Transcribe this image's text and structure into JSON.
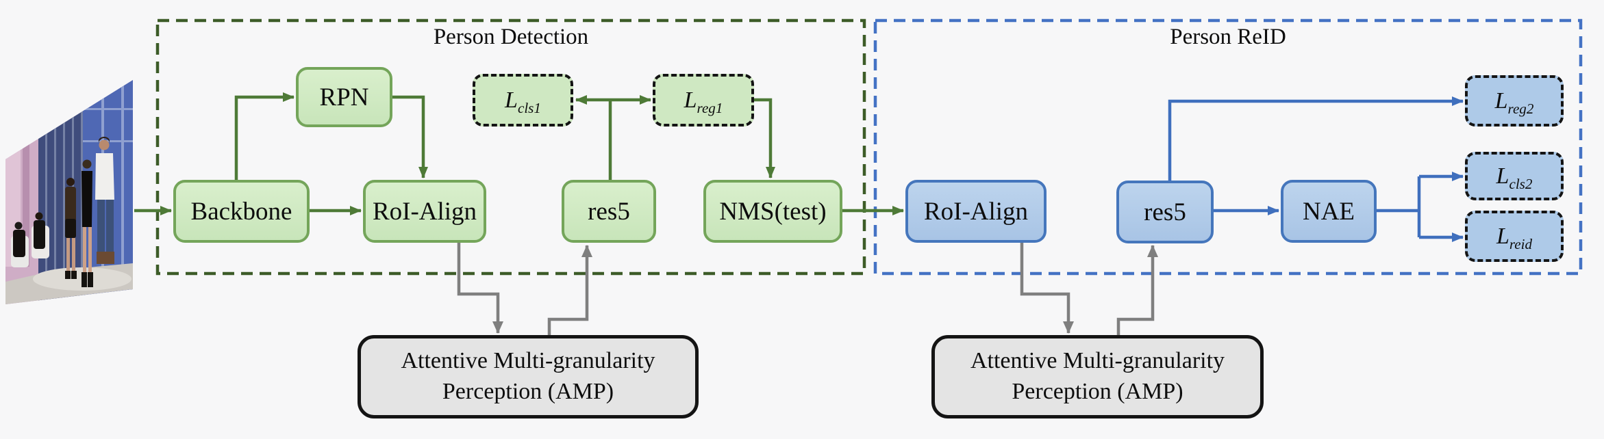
{
  "palette": {
    "background": "#f7f7f8",
    "detection_box_fill": "#cfe8c2",
    "detection_box_border": "#74a55a",
    "detection_container_dash": "#3d5c28",
    "detection_arrow": "#4e7a37",
    "reid_box_fill": "#aecae8",
    "reid_box_border": "#4576bc",
    "reid_container_dash": "#4472c4",
    "reid_arrow": "#3f6fbd",
    "loss_box_dash": "#141414",
    "amp_fill": "#e4e4e4",
    "amp_border": "#141414",
    "amp_arrow": "#7f7f7f"
  },
  "detection": {
    "title": "Person Detection",
    "backbone": "Backbone",
    "rpn": "RPN",
    "roi_align": "RoI-Align",
    "res5": "res5",
    "nms": "NMS(test)",
    "loss_cls1": {
      "base": "L",
      "sub": "cls1"
    },
    "loss_reg1": {
      "base": "L",
      "sub": "reg1"
    }
  },
  "reid": {
    "title": "Person ReID",
    "roi_align": "RoI-Align",
    "res5": "res5",
    "nae": "NAE",
    "loss_reg2": {
      "base": "L",
      "sub": "reg2"
    },
    "loss_cls2": {
      "base": "L",
      "sub": "cls2"
    },
    "loss_reid": {
      "base": "L",
      "sub": "reid"
    }
  },
  "amp": {
    "line1": "Attentive Multi-granularity",
    "line2": "Perception (AMP)"
  }
}
